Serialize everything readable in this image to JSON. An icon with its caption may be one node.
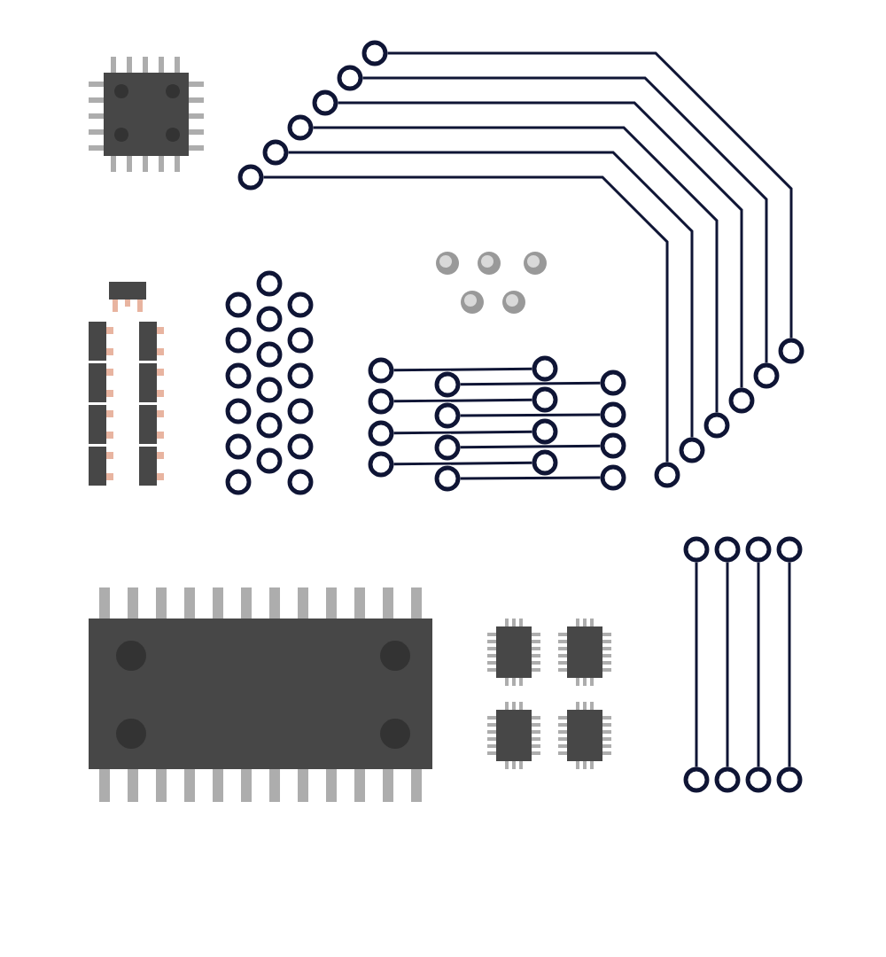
{
  "diagram": {
    "nodes": [
      {
        "text": [],
        "shape": "circle"
      },
      {
        "text": [],
        "shape": "circle"
      },
      {
        "text": [],
        "shape": "circle"
      },
      {
        "text": [],
        "shape": "circle"
      },
      {
        "text": [],
        "shape": "circle"
      },
      {
        "text": [],
        "shape": "circle"
      },
      {
        "text": [],
        "shape": "circle"
      },
      {
        "text": [],
        "shape": "circle"
      },
      {
        "text": [],
        "shape": "circle"
      },
      {
        "text": [],
        "shape": "circle"
      },
      {
        "text": [],
        "shape": "circle"
      },
      {
        "text": [],
        "shape": "circle"
      },
      {
        "text": [],
        "shape": "circle"
      },
      {
        "text": [],
        "shape": "circle"
      },
      {
        "text": [],
        "shape": "circle"
      },
      {
        "text": [],
        "shape": "circle"
      },
      {
        "text": [],
        "shape": "circle"
      },
      {
        "text": [],
        "shape": "circle"
      },
      {
        "text": [],
        "shape": "circle"
      },
      {
        "text": [],
        "shape": "circle"
      },
      {
        "text": [],
        "shape": "circle"
      },
      {
        "text": [],
        "shape": "circle"
      },
      {
        "text": [],
        "shape": "circle"
      },
      {
        "text": [],
        "shape": "circle"
      },
      {
        "text": [],
        "shape": "circle"
      },
      {
        "text": [],
        "shape": "circle"
      },
      {
        "text": [],
        "shape": "circle"
      },
      {
        "text": [],
        "shape": "circle"
      },
      {
        "text": [],
        "shape": "circle"
      },
      {
        "text": [],
        "shape": "circle"
      },
      {
        "text": [],
        "shape": "circle"
      },
      {
        "text": [],
        "shape": "circle"
      },
      {
        "text": [],
        "shape": "circle"
      },
      {
        "text": [],
        "shape": "circle"
      },
      {
        "text": [],
        "shape": "circle"
      },
      {
        "text": [],
        "shape": "circle"
      },
      {
        "text": [],
        "shape": "circle"
      },
      {
        "text": [],
        "shape": "circle"
      },
      {
        "text": [],
        "shape": "circle"
      },
      {
        "text": [],
        "shape": "circle"
      },
      {
        "text": [],
        "shape": "circle"
      },
      {
        "text": [],
        "shape": "circle"
      },
      {
        "text": [],
        "shape": "circle"
      },
      {
        "text": [],
        "shape": "circle"
      },
      {
        "text": [],
        "shape": "circle"
      },
      {
        "text": [],
        "shape": "circle"
      },
      {
        "text": [],
        "shape": "circle"
      },
      {
        "text": [],
        "shape": "circle"
      },
      {
        "text": [],
        "shape": "circle"
      },
      {
        "text": [],
        "shape": "circle"
      },
      {
        "text": [],
        "shape": "circle"
      },
      {
        "text": [],
        "shape": "circle"
      },
      {
        "text": [],
        "shape": "circle"
      },
      {
        "text": [],
        "shape": "circle"
      }
    ],
    "edges": [
      {
        "from": 0,
        "to": 6,
        "arrow": "none"
      },
      {
        "from": 1,
        "to": 7,
        "arrow": "none"
      },
      {
        "from": 2,
        "to": 8,
        "arrow": "none"
      },
      {
        "from": 3,
        "to": 9,
        "arrow": "none"
      },
      {
        "from": 4,
        "to": 10,
        "arrow": "none"
      },
      {
        "from": 5,
        "to": 11,
        "arrow": "none"
      },
      {
        "from": 30,
        "to": 38,
        "arrow": "none"
      },
      {
        "from": 31,
        "to": 39,
        "arrow": "none"
      },
      {
        "from": 32,
        "to": 40,
        "arrow": "none"
      },
      {
        "from": 33,
        "to": 41,
        "arrow": "none"
      },
      {
        "from": 34,
        "to": 42,
        "arrow": "none"
      },
      {
        "from": 35,
        "to": 43,
        "arrow": "none"
      },
      {
        "from": 36,
        "to": 44,
        "arrow": "none"
      },
      {
        "from": 37,
        "to": 45,
        "arrow": "none"
      },
      {
        "from": 46,
        "to": 50,
        "arrow": "none"
      },
      {
        "from": 47,
        "to": 51,
        "arrow": "none"
      },
      {
        "from": 48,
        "to": 52,
        "arrow": "none"
      },
      {
        "from": 49,
        "to": 53,
        "arrow": "none"
      }
    ]
  }
}
